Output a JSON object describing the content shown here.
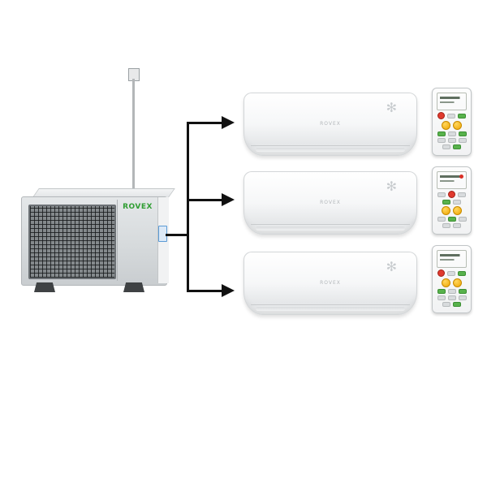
{
  "diagram": {
    "type": "multi-split air conditioner system: one outdoor unit connected to three indoor wall units, each with a remote control",
    "outdoor_unit": {
      "brand": "ROVEX"
    },
    "indoor_units": [
      {
        "brand": "ROVEX",
        "fan_icon": "✻"
      },
      {
        "brand": "ROVEX",
        "fan_icon": "✻"
      },
      {
        "brand": "ROVEX",
        "fan_icon": "✻"
      }
    ],
    "remotes": [
      {
        "name": "remote-control-1"
      },
      {
        "name": "remote-control-2"
      },
      {
        "name": "remote-control-3"
      }
    ],
    "colors": {
      "background": "#ffffff",
      "arrow": "#111111",
      "brand_green": "#2f9e33",
      "grille_dark": "#6c7175",
      "remote_button_red": "#e03a2f",
      "remote_button_yellow": "#f0a500",
      "remote_button_green": "#58b24c",
      "sticker_blue": "#5b9bd5"
    }
  }
}
